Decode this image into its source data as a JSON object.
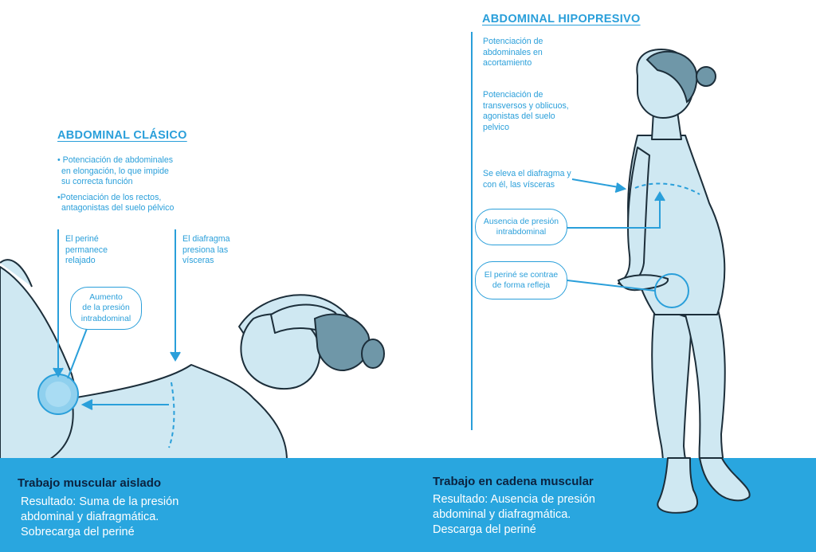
{
  "classic": {
    "title": "ABDOMINAL CLÁSICO",
    "bullets": [
      "• Potenciación de abdominales",
      "en elongación, lo que impide",
      "su correcta función",
      "•Potenciación de los rectos,",
      "antagonistas del suelo pélvico"
    ],
    "perine_note": [
      "El periné",
      "permanece",
      "relajado"
    ],
    "diaphragm_note": [
      "El diafragma",
      "presiona las",
      "vísceras"
    ],
    "pressure_callout": [
      "Aumento",
      "de la presión",
      "intrabdominal"
    ]
  },
  "hypopressive": {
    "title": "ABDOMINAL HIPOPRESIVO",
    "benefits_1": [
      "Potenciación de",
      "abdominales en",
      "acortamiento"
    ],
    "benefits_2": [
      "Potenciación de",
      "transversos y oblicuos,",
      "agonistas del suelo",
      "pelvico"
    ],
    "diaphragm_note": [
      "Se eleva el diafragma y",
      "con él, las vísceras"
    ],
    "pressure_callout": [
      "Ausencia de presión",
      "intrabdominal"
    ],
    "perine_callout": [
      "El periné se contrae",
      "de forma refleja"
    ]
  },
  "footer": {
    "left": {
      "title": "Trabajo muscular aislado",
      "lines": [
        "Resultado: Suma de la presión",
        "abdominal y diafragmática.",
        "Sobrecarga del periné"
      ]
    },
    "right": {
      "title": "Trabajo en cadena muscular",
      "lines": [
        "Resultado: Ausencia de presión",
        "abdominal y diafragmática.",
        "Descarga del periné"
      ]
    }
  },
  "colors": {
    "accent": "#2a9fda",
    "band": "#29a6df",
    "skin": "#cfe8f2",
    "hair": "#6f97a8",
    "outline": "#1c2e3a",
    "dark_text": "#0b2340"
  }
}
